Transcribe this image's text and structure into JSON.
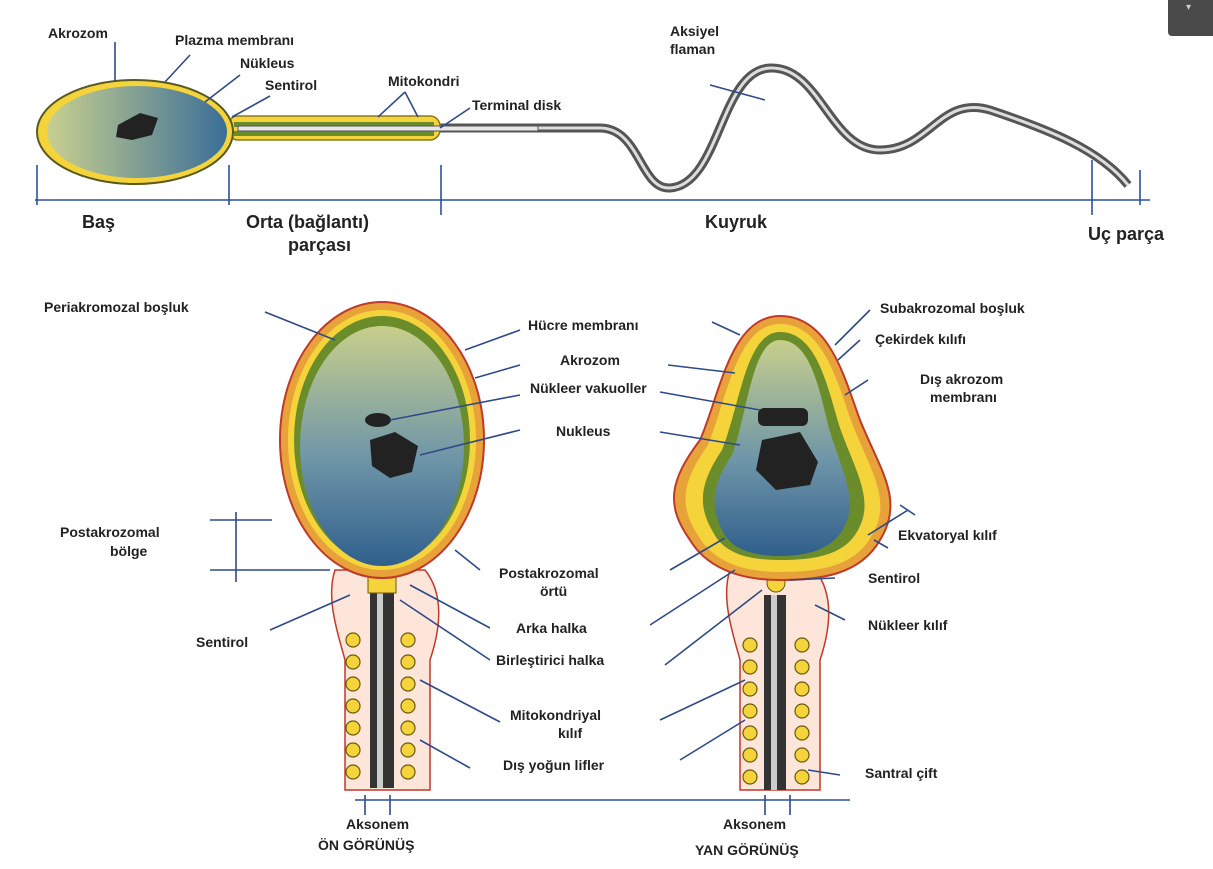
{
  "colors": {
    "accent": "#2b4f9e",
    "leader": "#2e4a8a",
    "yellow": "#f4d43a",
    "green": "#6b8c2a",
    "orange": "#e8a23a",
    "red": "#c0392b",
    "nucleus": "#222222",
    "headLight": "#c7cf8e",
    "headDark": "#3b6f99"
  },
  "corner_icon": "expand-icon",
  "top": {
    "labels": {
      "akrozom": "Akrozom",
      "plazma": "Plazma membranı",
      "nukleus": "Nükleus",
      "sentirol": "Sentirol",
      "mitokondri": "Mitokondri",
      "terminal": "Terminal disk",
      "aksiyel1": "Aksiyel",
      "aksiyel2": "flaman"
    },
    "sections": {
      "bas": "Baş",
      "orta1": "Orta (bağlantı)",
      "orta2": "parçası",
      "kuyruk": "Kuyruk",
      "uc": "Uç parça"
    }
  },
  "front": {
    "labels": {
      "periakromozal": "Periakromozal boşluk",
      "hucre": "Hücre membranı",
      "akrozom": "Akrozom",
      "vakuoller": "Nükleer vakuoller",
      "nukleus": "Nukleus",
      "postakrozomal1": "Postakrozomal",
      "postakrozomal2": "bölge",
      "sentirol": "Sentirol",
      "ortu1": "Postakrozomal",
      "ortu2": "örtü",
      "arka": "Arka halka",
      "birlestirici": "Birleştirici halka",
      "mito1": "Mitokondriyal",
      "mito2": "kılıf",
      "dis": "Dış yoğun lifler",
      "aksonem": "Aksonem",
      "view": "ÖN GÖRÜNÜŞ"
    }
  },
  "side": {
    "labels": {
      "subakrozomal": "Subakrozomal boşluk",
      "cekirdek": "Çekirdek kılıfı",
      "disakrozom1": "Dış akrozom",
      "disakrozom2": "membranı",
      "ekvatoryal": "Ekvatoryal kılıf",
      "sentirol": "Sentirol",
      "nukleer": "Nükleer kılıf",
      "santral": "Santral çift",
      "aksonem": "Aksonem",
      "view": "YAN GÖRÜNÜŞ"
    }
  }
}
